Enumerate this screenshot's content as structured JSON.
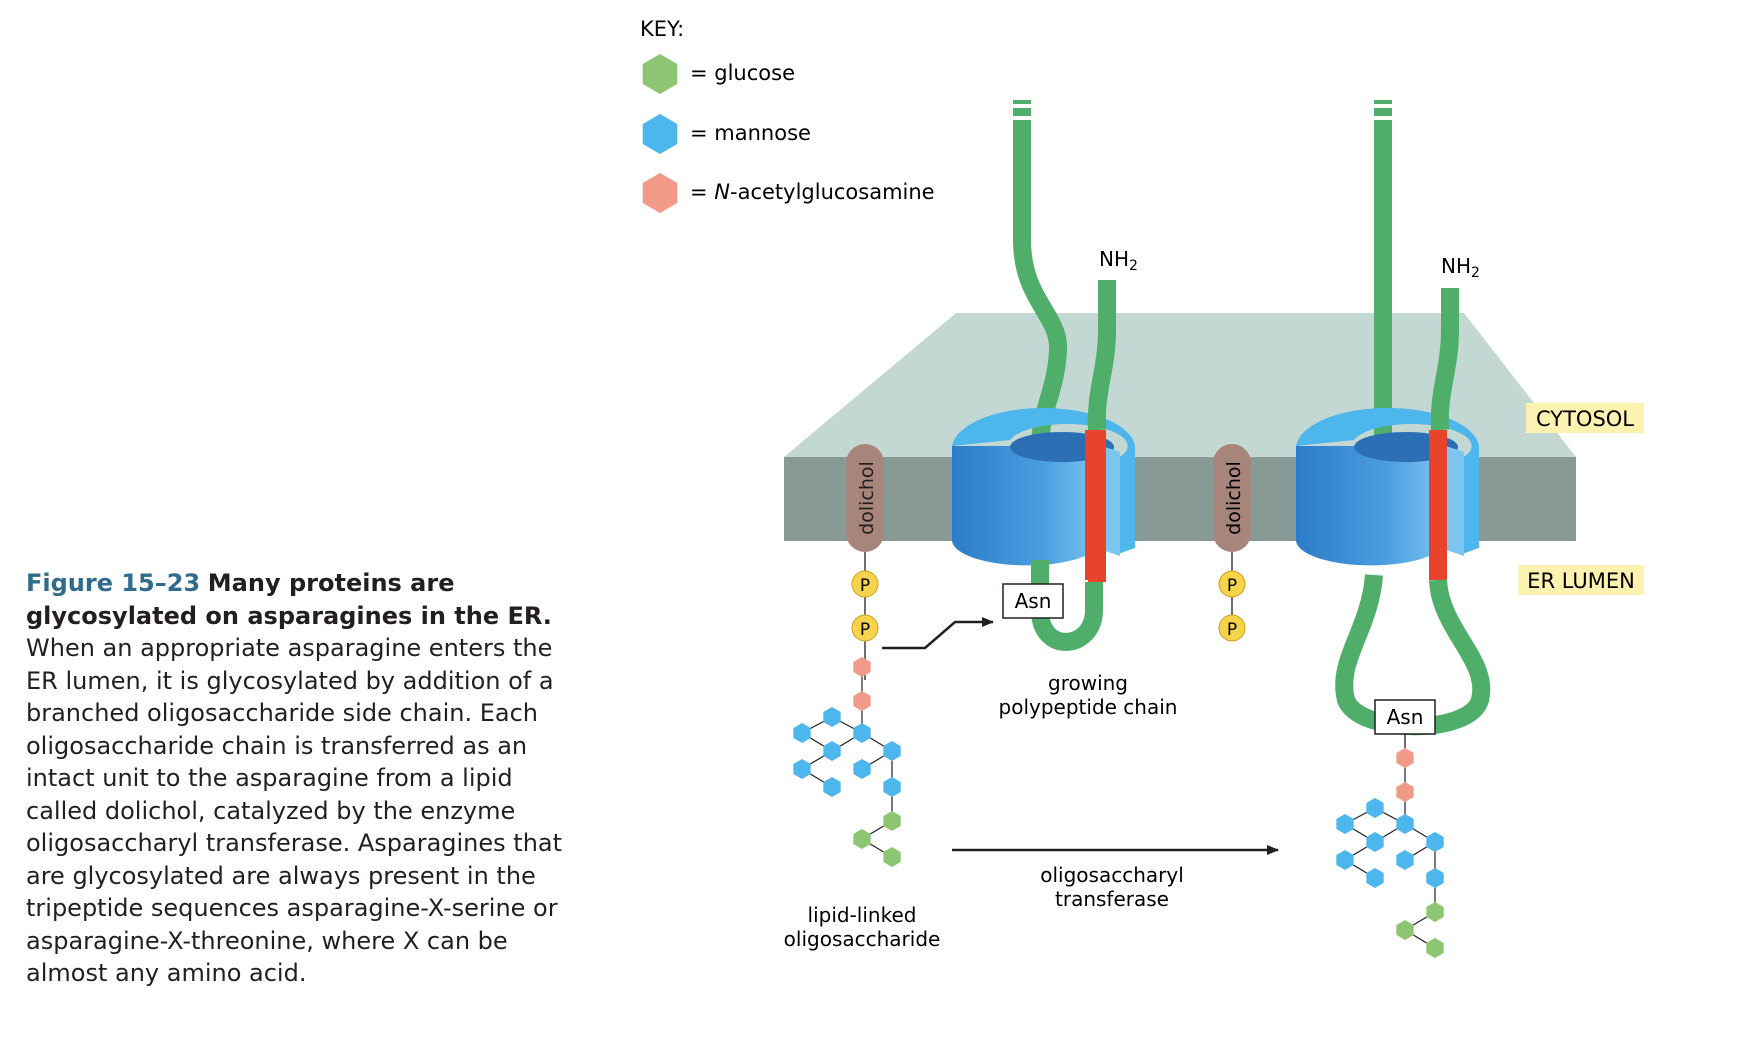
{
  "caption": {
    "figure_number": "Figure 15–23",
    "title": "Many proteins are glycosylated on asparagines in the ER.",
    "body": "When an appropriate asparagine enters the ER lumen, it is glycosylated by addition of a branched oligosaccharide side chain. Each oligosaccharide chain is transferred as an intact unit to the asparagine from a lipid called dolichol, catalyzed by the enzyme oligosaccharyl transferase. Asparagines that are glycosylated are always present in the tripeptide sequences asparagine-X-serine or asparagine-X-threonine, where X can be almost any amino acid."
  },
  "key": {
    "title": "KEY:",
    "items": [
      {
        "label": "= glucose",
        "icon": "glucose-hexagon-icon",
        "color": "#8dc672"
      },
      {
        "label": "= mannose",
        "icon": "mannose-hexagon-icon",
        "color": "#4db6ec"
      },
      {
        "label_prefix": "= ",
        "label_italic": "N",
        "label_suffix": "-acetylglucosamine",
        "icon": "n-acetylglucosamine-hexagon-icon",
        "color": "#f19a87"
      }
    ]
  },
  "labels": {
    "cytosol": "CYTOSOL",
    "er_lumen": "ER LUMEN",
    "dolichol": "dolichol",
    "phosphate": "P",
    "asn": "Asn",
    "nh2": "NH",
    "nh2_sub": "2",
    "growing_chain_1": "growing",
    "growing_chain_2": "polypeptide chain",
    "lipid_linked_1": "lipid-linked",
    "lipid_linked_2": "oligosaccharide",
    "transferase_1": "oligosaccharyl",
    "transferase_2": "transferase"
  },
  "colors": {
    "glucose": "#8dc672",
    "mannose": "#4db6ec",
    "nacetylglucosamine": "#f19a87",
    "polypeptide": "#4fae6a",
    "signal_segment": "#e8442c",
    "translocon": "#3d8fd6",
    "membrane_top": "#c3d8d2",
    "membrane_side": "#879a96",
    "dolichol": "#a8857a",
    "phosphate": "#f6d34a",
    "label_highlight": "#fdf2b0"
  }
}
